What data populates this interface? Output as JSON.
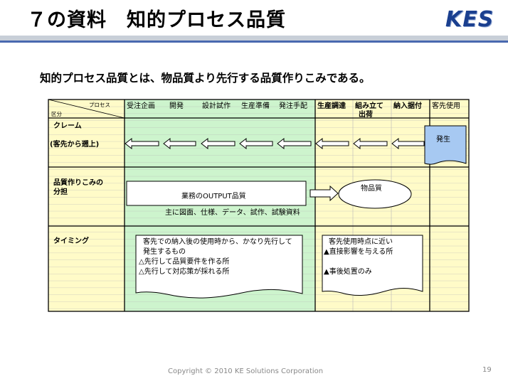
{
  "header": {
    "title": "７の資料　知的プロセス品質",
    "logo": "KES"
  },
  "subtitle": "知的プロセス品質とは、物品質より先行する品質作りこみである。",
  "table": {
    "corner_process": "プロセス",
    "corner_category": "区分",
    "columns": [
      "受注企画",
      "開発",
      "設計試作",
      "生産準備",
      "発注手配",
      "生産調達",
      "組み立て",
      "出荷",
      "納入据付",
      "客先使用"
    ],
    "rows": {
      "claim_title": "クレーム",
      "claim_sub": "(客先から遡上)",
      "quality_title": "品質作りこみの",
      "quality_title2": "分担",
      "timing_title": "タイミング"
    }
  },
  "shapes": {
    "occurrence": "発生",
    "work_output": "業務のOUTPUT品質",
    "work_output_note": "主に図面、仕様、データ、試作、試験資料",
    "goods_quality": "物品質",
    "doc_left": [
      "客先での納入後の使用時から、かなり先行して",
      "発生するもの",
      "△先行して品質要件を作る所",
      "△先行して対応策が採れる所"
    ],
    "doc_right": [
      "客先使用時点に近い",
      "▲直接影響を与える所",
      "▲事後処置のみ"
    ]
  },
  "footer": {
    "copyright": "Copyright © 2010 KE Solutions Corporation",
    "page": "19"
  }
}
